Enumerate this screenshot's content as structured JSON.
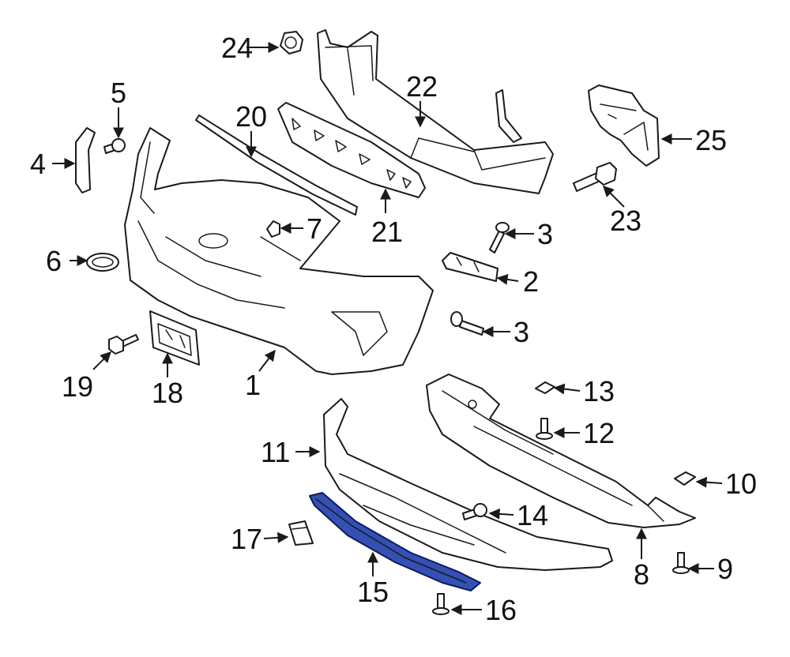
{
  "colors": {
    "line": "#1a1a1a",
    "highlight_fill": "#3550b5",
    "highlight_stroke": "#0b1a5e",
    "background": "#ffffff"
  },
  "highlighted_part": "15",
  "callouts": {
    "c1": "1",
    "c2": "2",
    "c3a": "3",
    "c3b": "3",
    "c4": "4",
    "c5": "5",
    "c6": "6",
    "c7": "7",
    "c8": "8",
    "c9": "9",
    "c10": "10",
    "c11": "11",
    "c12": "12",
    "c13": "13",
    "c14": "14",
    "c15": "15",
    "c16": "16",
    "c17": "17",
    "c18": "18",
    "c19": "19",
    "c20": "20",
    "c21": "21",
    "c22": "22",
    "c23": "23",
    "c24": "24",
    "c25": "25"
  }
}
